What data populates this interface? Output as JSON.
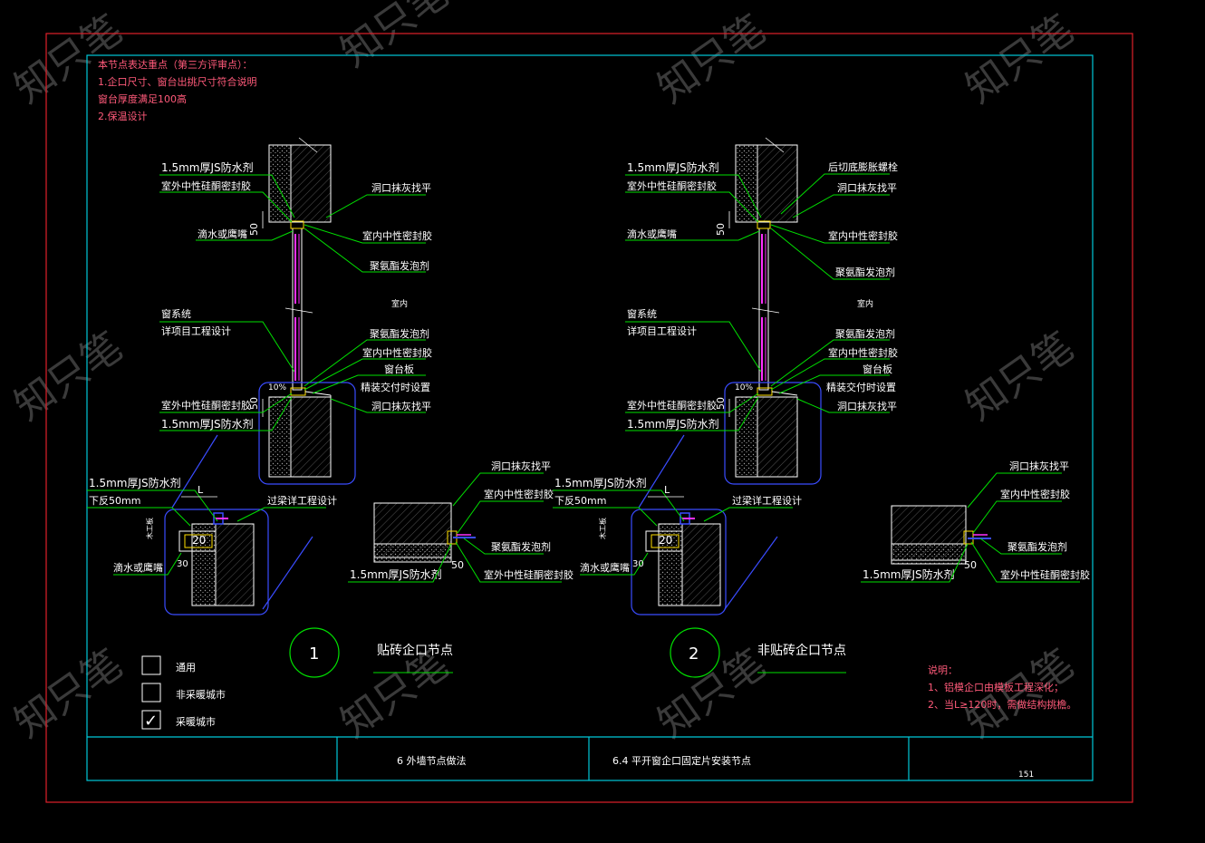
{
  "notes_top": {
    "heading": "本节点表达重点（第三方评审点）：",
    "line1": "1.企口尺寸、窗台出挑尺寸符合说明",
    "line2": "窗台厚度满足100高",
    "line3": "2.保温设计"
  },
  "detail1": {
    "labels_left": [
      "1.5mm厚JS防水剂",
      "室外中性硅酮密封胶",
      "滴水或鹰嘴",
      "窗系统",
      "详项目工程设计",
      "室外中性硅酮密封胶",
      "1.5mm厚JS防水剂"
    ],
    "labels_right": [
      "洞口抹灰找平",
      "室内中性密封胶",
      "聚氨酯发泡剂",
      "室内",
      "聚氨酯发泡剂",
      "室内中性密封胶",
      "窗台板",
      "精装交付时设置",
      "洞口抹灰找平"
    ],
    "dim_50": "50",
    "slope": "10%"
  },
  "detail2": {
    "labels_left": [
      "1.5mm厚JS防水剂",
      "室外中性硅酮密封胶",
      "滴水或鹰嘴",
      "窗系统",
      "详项目工程设计",
      "室外中性硅酮密封胶",
      "1.5mm厚JS防水剂"
    ],
    "labels_right": [
      "后切底膨胀螺栓",
      "洞口抹灰找平",
      "室内中性密封胶",
      "聚氨酯发泡剂",
      "室内",
      "聚氨酯发泡剂",
      "室内中性密封胶",
      "窗台板",
      "精装交付时设置",
      "洞口抹灰找平"
    ],
    "dim_50": "50",
    "slope": "10%"
  },
  "sub1_left": {
    "a": "1.5mm厚JS防水剂",
    "b": "下反50mm",
    "c": "L",
    "d": "过梁详工程设计",
    "e": "20",
    "f": "滴水或鹰嘴",
    "g": "30",
    "h": "木工板"
  },
  "sub1_right": {
    "a": "洞口抹灰找平",
    "b": "室内中性密封胶",
    "c": "聚氨酯发泡剂",
    "d": "1.5mm厚JS防水剂",
    "e": "50",
    "f": "室外中性硅酮密封胶"
  },
  "sub2_left": {
    "a": "1.5mm厚JS防水剂",
    "b": "下反50mm",
    "c": "L",
    "d": "过梁详工程设计",
    "e": "20",
    "f": "滴水或鹰嘴",
    "g": "30",
    "h": "木工板"
  },
  "sub2_right": {
    "a": "洞口抹灰找平",
    "b": "室内中性密封胶",
    "c": "聚氨酯发泡剂",
    "d": "1.5mm厚JS防水剂",
    "e": "50",
    "f": "室外中性硅酮密封胶"
  },
  "captions": {
    "num1": "1",
    "title1": "贴砖企口节点",
    "num2": "2",
    "title2": "非贴砖企口节点"
  },
  "legend": {
    "item1": "通用",
    "item2": "非采暖城市",
    "item3": "采暖城市",
    "check": "✓"
  },
  "notes_bottom": {
    "heading": "说明：",
    "line1": "1、铝模企口由模板工程深化；",
    "line2": "2、当L≥120时，需做结构挑檐。"
  },
  "title_block": {
    "section": "6  外墙节点做法",
    "subsection": "6.4  平开窗企口固定片安装节点",
    "page": "151"
  },
  "watermark": "知只笔",
  "colors": {
    "border_outer": "#e0202a",
    "border_inner": "#00c8d8",
    "leader": "#00e000",
    "highlight": "#3a4cff",
    "note_red": "#ff5a7a"
  }
}
